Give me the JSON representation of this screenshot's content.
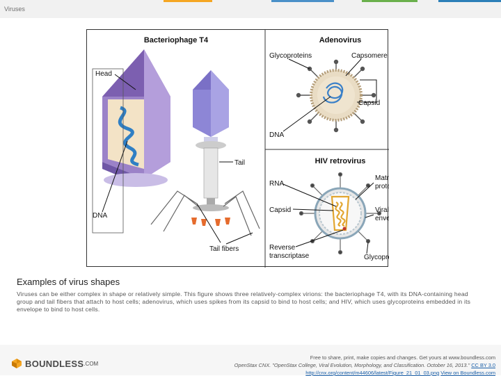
{
  "header": {
    "title": "Viruses"
  },
  "accent_colors": [
    "#f5a623",
    "#4a90c8",
    "#6ab04c",
    "#2c7fb8"
  ],
  "figure": {
    "bacteriophage": {
      "title": "Bacteriophage T4",
      "labels": {
        "head": "Head",
        "tail": "Tail",
        "dna": "DNA",
        "tail_fibers": "Tail fibers"
      }
    },
    "adenovirus": {
      "title": "Adenovirus",
      "labels": {
        "glycoproteins": "Glycoproteins",
        "capsomere": "Capsomere",
        "capsid": "Capsid",
        "dna": "DNA"
      }
    },
    "hiv": {
      "title": "HIV retrovirus",
      "labels": {
        "rna": "RNA",
        "matrix_proteins_1": "Matrix",
        "matrix_proteins_2": "proteins",
        "capsid": "Capsid",
        "viral_envelope_1": "Viral",
        "viral_envelope_2": "envelope",
        "reverse_transcriptase_1": "Reverse",
        "reverse_transcriptase_2": "transcriptase",
        "glycoprotein": "Glycoprotein"
      }
    }
  },
  "caption": {
    "title": "Examples of virus shapes",
    "body": "Viruses can be either complex in shape or relatively simple. This figure shows three relatively-complex virions: the bacteriophage T4, with its DNA-containing head group and tail fibers that attach to host cells; adenovirus, which uses spikes from its capsid to bind to host cells; and HIV, which uses glycoproteins embedded in its envelope to bind to host cells."
  },
  "footer": {
    "logo": "BOUNDLESS",
    "logo_suffix": ".COM",
    "line1": "Free to share, print, make copies and changes. Get yours at www.boundless.com",
    "line2_source": "OpenStax CNX. \"OpenStax College, Viral Evolution, Morphology, and Classification. October 16, 2013.\"",
    "license": "CC BY 3.0",
    "url": "http://cnx.org/content/m44606/latest/Figure_21_01_03.png",
    "view_link": "View on Boundless.com"
  }
}
